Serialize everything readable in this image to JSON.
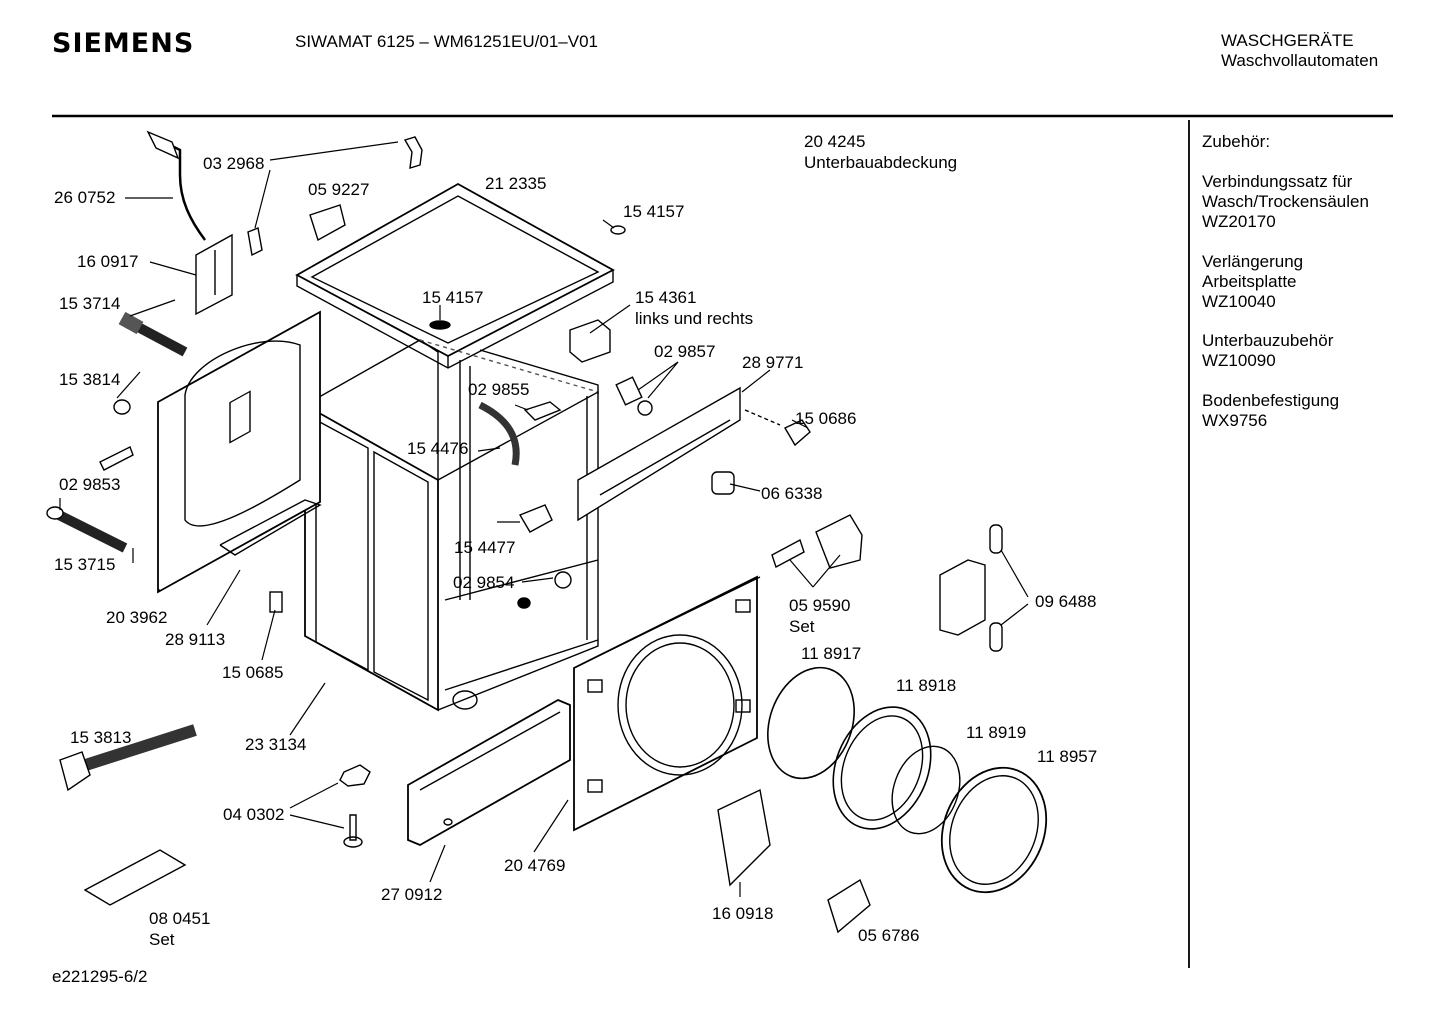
{
  "header": {
    "brand": "SIEMENS",
    "model": "SIWAMAT 6125 – WM61251EU/01–V01",
    "category_line1": "WASCHGERÄTE",
    "category_line2": "Waschvollautomaten"
  },
  "footer": {
    "doc_id": "e221295-6/2"
  },
  "accessories": {
    "title": "Zubehör:",
    "items": [
      {
        "lines": [
          "Verbindungssatz für",
          "Wasch/Trockensäulen",
          "WZ20170"
        ]
      },
      {
        "lines": [
          "Verlängerung",
          "Arbeitsplatte",
          "WZ10040"
        ]
      },
      {
        "lines": [
          "Unterbauzubehör",
          "WZ10090"
        ]
      },
      {
        "lines": [
          "Bodenbefestigung",
          "WX9756"
        ]
      }
    ]
  },
  "parts": {
    "p204245": "20 4245",
    "p204245_desc": "Unterbauabdeckung",
    "p032968": "03 2968",
    "p260752": "26 0752",
    "p059227": "05 9227",
    "p212335": "21 2335",
    "p154157a": "15 4157",
    "p160917": "16 0917",
    "p154157b": "15 4157",
    "p154361": "15 4361",
    "p154361_desc": "links und rechts",
    "p153714": "15 3714",
    "p029857": "02 9857",
    "p289771": "28 9771",
    "p153814": "15 3814",
    "p029855": "02 9855",
    "p150686": "15 0686",
    "p154476": "15 4476",
    "p029853": "02 9853",
    "p066338": "06 6338",
    "p153715": "15 3715",
    "p154477": "15 4477",
    "p029854": "02 9854",
    "p203962": "20 3962",
    "p289113": "28 9113",
    "p059590": "05 9590",
    "p059590_desc": "Set",
    "p096488": "09 6488",
    "p150685": "15 0685",
    "p118917": "11 8917",
    "p118918": "11 8918",
    "p153813": "15 3813",
    "p233134": "23 3134",
    "p118919": "11 8919",
    "p118957": "11 8957",
    "p040302": "04 0302",
    "p204769": "20 4769",
    "p270912": "27 0912",
    "p160918": "16 0918",
    "p080451": "08 0451",
    "p080451_desc": "Set",
    "p056786": "05 6786"
  }
}
